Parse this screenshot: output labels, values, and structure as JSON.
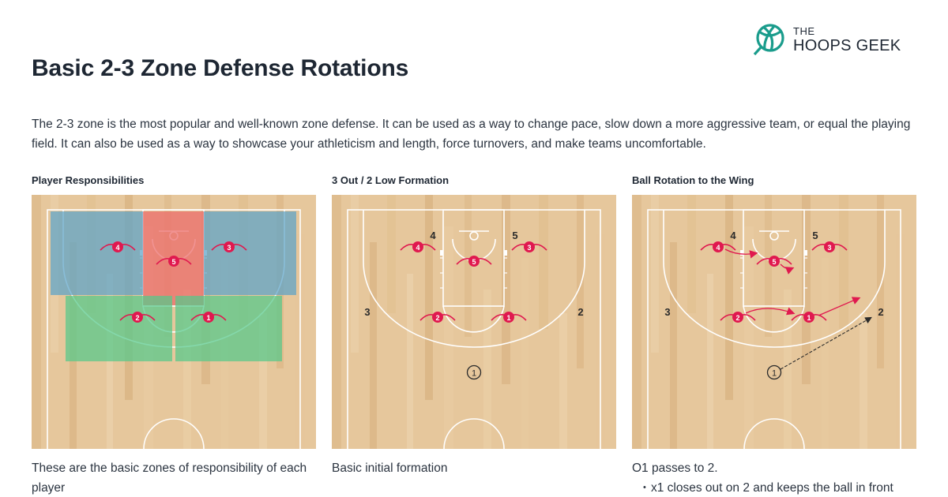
{
  "header": {
    "title": "Basic 2-3 Zone Defense Rotations",
    "logo": {
      "line1": "THE",
      "line2": "HOOPS GEEK",
      "icon": "basketball-icon",
      "color": "#1a9c8c"
    }
  },
  "intro": "The 2-3 zone is the most popular and well-known zone defense. It can be used as a way to change pace, slow down a more aggressive team, or equal the playing field. It can also be used as a way to showcase your athleticism and length, force turnovers, and make teams uncomfortable.",
  "colors": {
    "defender": "#e0194f",
    "offense_label": "#2b2b2b",
    "court_wood": "#e6c79c",
    "zone_blue": "#5ba3c9",
    "zone_red": "#ec6a6a",
    "zone_green": "#55c98a"
  },
  "panels": [
    {
      "title": "Player Responsibilities",
      "caption": "These are the basic zones of responsibility of each player",
      "bullets": [],
      "defenders": [
        "4",
        "3",
        "5",
        "2",
        "1"
      ],
      "zones": [
        "top-left-blue (x4)",
        "top-right-blue (x3)",
        "paint-red (x5)",
        "bottom-left-green (x2)",
        "bottom-right-green (x1)"
      ]
    },
    {
      "title": "3 Out / 2 Low Formation",
      "caption": "Basic initial formation",
      "bullets": [],
      "defenders": [
        "4",
        "3",
        "5",
        "2",
        "1"
      ],
      "offense_labels": [
        "4",
        "5",
        "3",
        "2"
      ],
      "ball_handler": "1"
    },
    {
      "title": "Ball Rotation to the Wing",
      "caption": "O1 passes to 2.",
      "bullets": [
        "x1 closes out on 2 and keeps the ball in front"
      ],
      "defenders": [
        "4",
        "3",
        "5",
        "2",
        "1"
      ],
      "offense_labels": [
        "4",
        "5",
        "3",
        "2"
      ],
      "ball_handler": "1",
      "movements": [
        "x4 to block",
        "x5 slides right",
        "x2 to middle",
        "x1 closes out to wing",
        "pass O1 to 2"
      ]
    }
  ]
}
